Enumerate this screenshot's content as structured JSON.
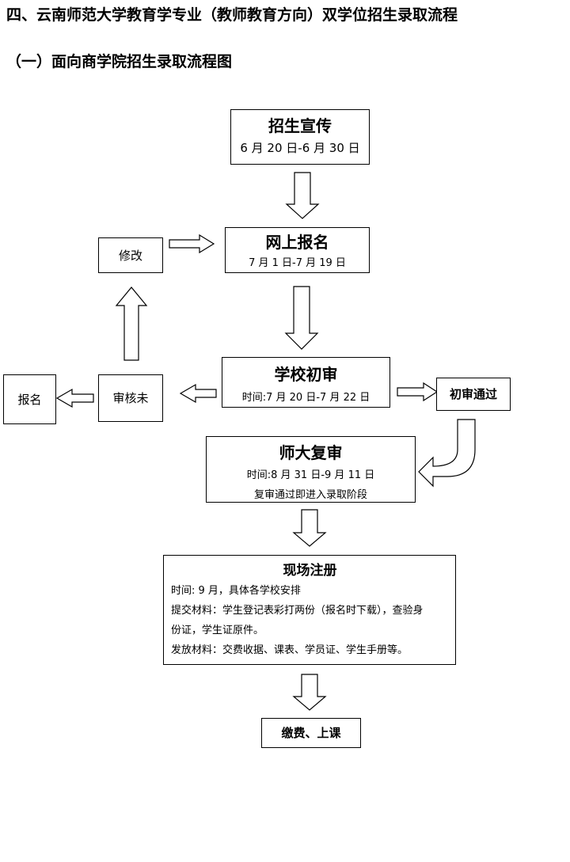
{
  "headings": {
    "title": "四、云南师范大学教育学专业（教师教育方向）双学位招生录取流程",
    "subtitle": "（一）面向商学院招生录取流程图"
  },
  "flow": {
    "publicity": {
      "title": "招生宣传",
      "date": "6 月 20 日-6 月 30 日"
    },
    "online_registration": {
      "title": "网上报名",
      "date": "7 月 1 日-7 月 19 日"
    },
    "modify": {
      "label": "修改"
    },
    "school_review": {
      "title": "学校初审",
      "date": "时间:7 月 20 日-7 月 22 日"
    },
    "not_reviewed": {
      "label": "审核未"
    },
    "register": {
      "label": "报名"
    },
    "passed_initial": {
      "label": "初审通过"
    },
    "normal_university_review": {
      "title": "师大复审",
      "date": "时间:8 月 31 日-9 月 11 日",
      "note": "复审通过即进入录取阶段"
    },
    "onsite_registration": {
      "title": "现场注册",
      "time": "时间: 9 月，具体各学校安排",
      "submit_1": "提交材料：学生登记表彩打两份（报名时下载），查验身",
      "submit_2": "份证，学生证原件。",
      "issue": "发放材料：交费收据、课表、学员证、学生手册等。"
    },
    "final": {
      "label": "缴费、上课"
    }
  }
}
